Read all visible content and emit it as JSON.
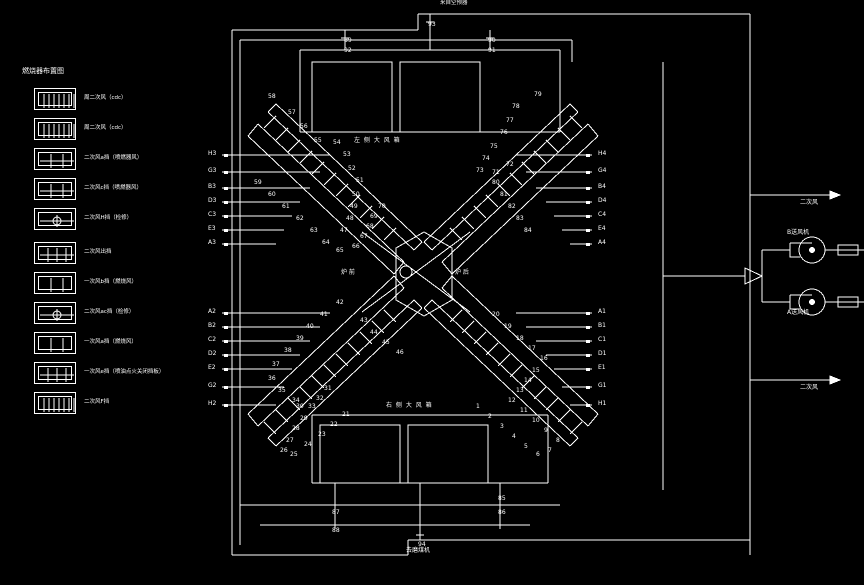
{
  "title_block": {
    "legend_title": "燃烧器布置图"
  },
  "legend": {
    "items": [
      {
        "icon": "grille-dense-box",
        "label": "周二次风（cdc）"
      },
      {
        "icon": "grille-dense-box",
        "label": "周二次风（cdc）"
      },
      {
        "icon": "grid-4-box",
        "label": "二次风a挡（喷燃器风）"
      },
      {
        "icon": "grid-4-box",
        "label": "二次风c挡（喷燃器风）"
      },
      {
        "icon": "crosshair-box",
        "label": "二次风H挡（检修）"
      },
      {
        "icon": "grid-6-box",
        "label": "二次风出挡"
      },
      {
        "icon": "split-box",
        "label": "一次风b挡（燃烧风）"
      },
      {
        "icon": "crosshair-box",
        "label": "二次风ac挡（检修）"
      },
      {
        "icon": "split-box",
        "label": "一次风a挡（燃烧风）"
      },
      {
        "icon": "grid-6-box",
        "label": "一次风e挡（喷油点火关闭挡板）"
      },
      {
        "icon": "grille-dense-box",
        "label": "二次风F挡"
      }
    ]
  },
  "diagram": {
    "center_labels": {
      "furnace_front": "炉 前",
      "furnace_rear": "炉 后",
      "left_windbox": "左 侧 大 风 箱",
      "right_windbox": "右 侧 大 风 箱"
    },
    "bottom_label": "去磨煤机",
    "top_label": "来自空预器",
    "right_labels": {
      "secondary_air_top": "二次风",
      "secondary_air_bottom": "二次风",
      "fan_b": "B送风机",
      "fan_a": "A送风机"
    },
    "ports_upper_left": [
      "H3",
      "G3",
      "B3",
      "D3",
      "C3",
      "E3",
      "A3"
    ],
    "ports_upper_right": [
      "H4",
      "G4",
      "B4",
      "D4",
      "C4",
      "E4",
      "A4"
    ],
    "ports_lower_left": [
      "A2",
      "B2",
      "C2",
      "D2",
      "E2",
      "G2",
      "H2"
    ],
    "ports_lower_right": [
      "A1",
      "B1",
      "C1",
      "D1",
      "E1",
      "G1",
      "H1"
    ],
    "node_numbers_ul": [
      "58",
      "57",
      "56",
      "55",
      "54",
      "53",
      "52",
      "51",
      "50",
      "49",
      "48",
      "47",
      "59",
      "60",
      "61",
      "62",
      "63",
      "64",
      "65",
      "66",
      "67",
      "68",
      "69",
      "70"
    ],
    "node_numbers_ur": [
      "79",
      "78",
      "77",
      "76",
      "75",
      "74",
      "73",
      "80",
      "81",
      "82",
      "83",
      "84",
      "71",
      "72"
    ],
    "node_numbers_ll": [
      "42",
      "41",
      "40",
      "39",
      "38",
      "37",
      "36",
      "35",
      "34",
      "33",
      "32",
      "31",
      "30",
      "29",
      "28",
      "27",
      "26",
      "25",
      "24",
      "23",
      "22",
      "21",
      "43",
      "44",
      "45",
      "46"
    ],
    "node_numbers_lr": [
      "20",
      "19",
      "18",
      "17",
      "16",
      "15",
      "14",
      "13",
      "12",
      "11",
      "10",
      "9",
      "8",
      "7",
      "6",
      "5",
      "4",
      "3",
      "2",
      "1"
    ],
    "node_numbers_top": [
      "93",
      "92",
      "91",
      "90",
      "89"
    ],
    "node_numbers_bottom": [
      "87",
      "88",
      "85",
      "86",
      "94"
    ]
  },
  "colors": {
    "background": "#000000",
    "line": "#ffffff"
  }
}
